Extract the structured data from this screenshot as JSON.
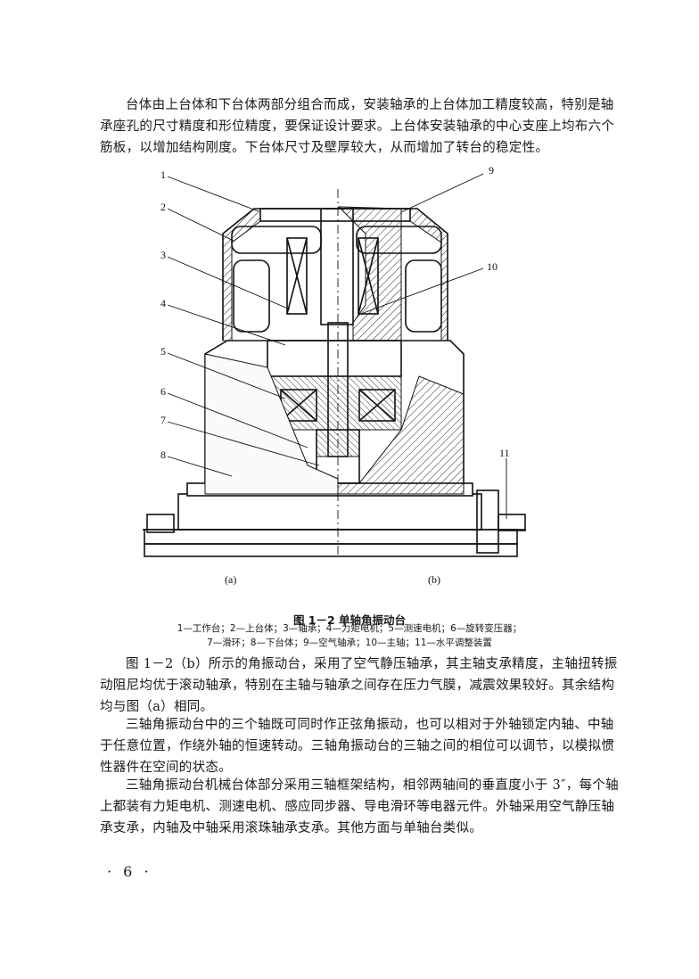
{
  "paragraphs": {
    "p1": "台体由上台体和下台体两部分组合而成，安装轴承的上台体加工精度较高，特别是轴承座孔的尺寸精度和形位精度，要保证设计要求。上台体安装轴承的中心支座上均布六个筋板，以增加结构刚度。下台体尺寸及壁厚较大，从而增加了转台的稳定性。",
    "p2": "图 1－2（b）所示的角振动台，采用了空气静压轴承，其主轴支承精度，主轴扭转振动阻尼均优于滚动轴承，特别在主轴与轴承之间存在压力气膜，减震效果较好。其余结构均与图（a）相同。",
    "p3": "三轴角振动台中的三个轴既可同时作正弦角振动，也可以相对于外轴锁定内轴、中轴于任意位置，作绕外轴的恒速转动。三轴角振动台的三轴之间的相位可以调节，以模拟惯性器件在空间的状态。",
    "p4": "三轴角振动台机械台体部分采用三轴框架结构，相邻两轴间的垂直度小于 3″，每个轴上都装有力矩电机、测速电机、感应同步器、导电滑环等电器元件。外轴采用空气静压轴承支承，内轴及中轴采用滚珠轴承支承。其他方面与单轴台类似。"
  },
  "figure": {
    "callouts": [
      "1",
      "2",
      "3",
      "4",
      "5",
      "6",
      "7",
      "8",
      "9",
      "10",
      "11"
    ],
    "sub_a": "(a)",
    "sub_b": "(b)",
    "title": "图 1－2 单轴角振动台",
    "legend_line1": "1—工作台；2—上台体；3—轴承；4—力矩电机；5—测速电机；6—旋转变压器；",
    "legend_line2": "7—滑环；8—下台体；9—空气轴承；10—主轴；11—水平调整装置"
  },
  "page_number": "· 6 ·"
}
